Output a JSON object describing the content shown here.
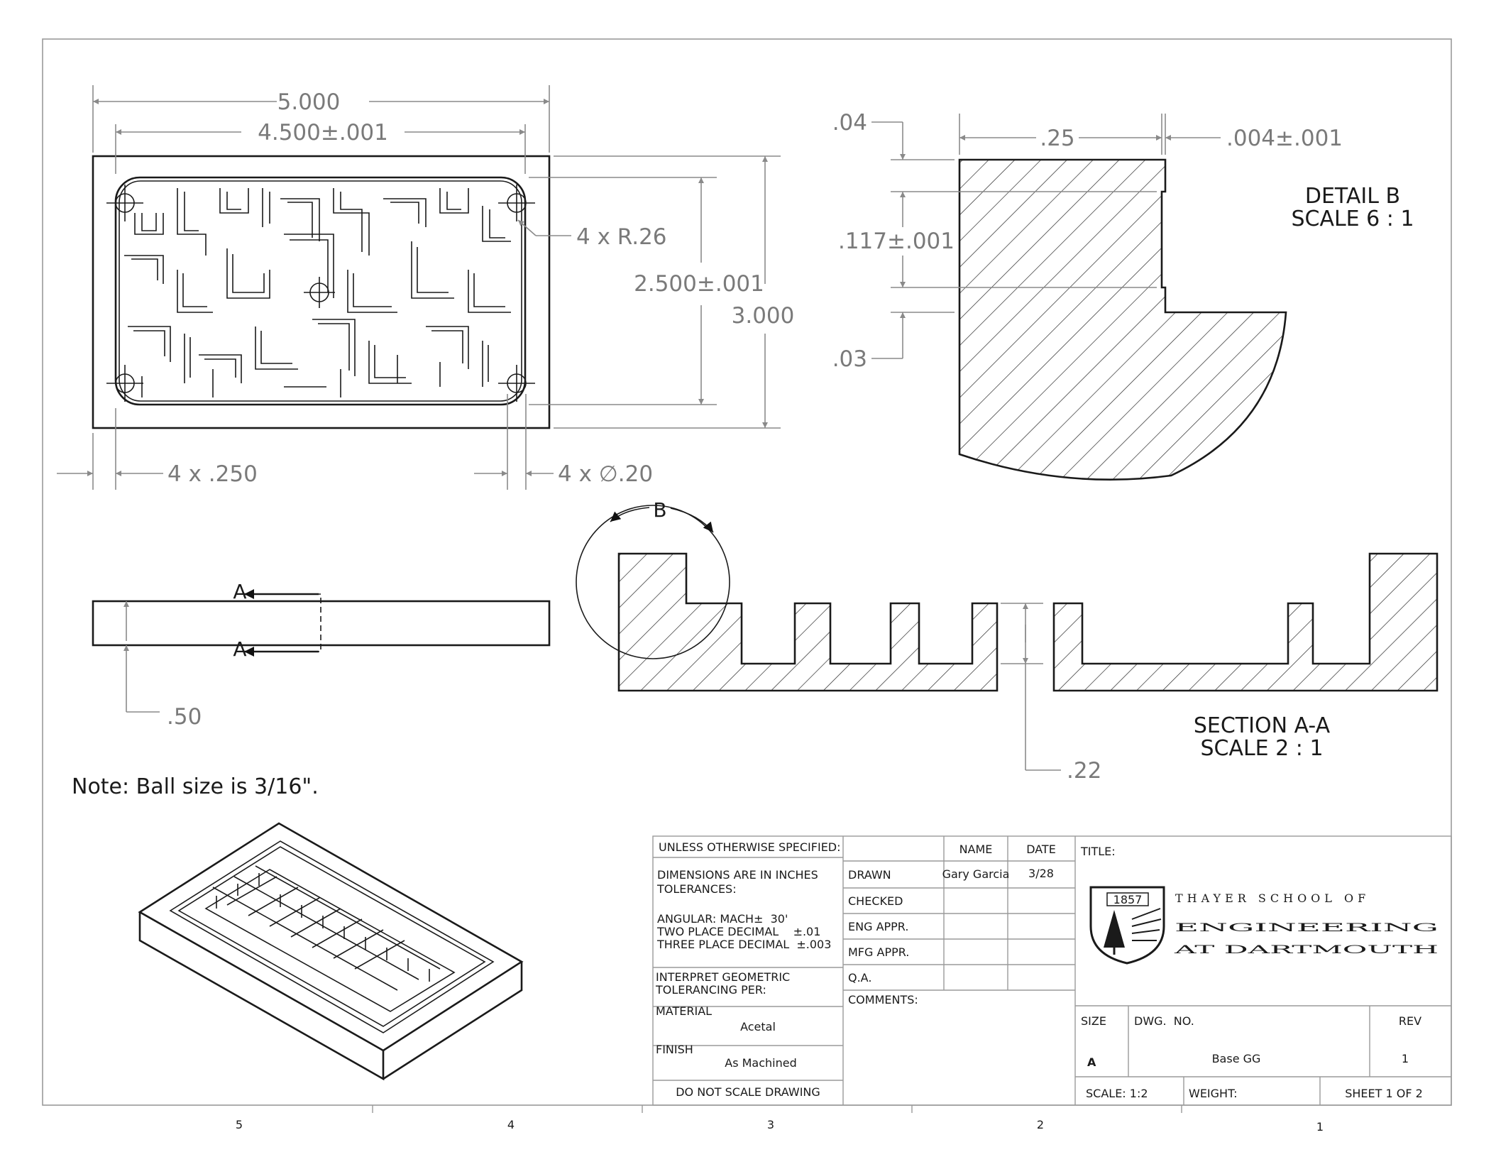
{
  "top_view": {
    "dim_overall_width": "5.000",
    "dim_pocket_width": "4.500±.001",
    "dim_corner_radius": "4 x R.26",
    "dim_pocket_height": "2.500±.001",
    "dim_overall_height": "3.000",
    "dim_hole_offset": "4 x .250",
    "dim_hole_dia": "4 x ∅.20"
  },
  "detail_b": {
    "title": "DETAIL B",
    "scale": "SCALE 6 : 1",
    "dim_top_lip": ".04",
    "dim_wall": ".25",
    "dim_step": ".004±.001",
    "dim_depth": ".117±.001",
    "dim_bottom": ".03"
  },
  "side_view": {
    "section_label_top": "A",
    "section_label_bottom": "A",
    "dim_thickness": ".50"
  },
  "section_aa": {
    "detail_callout": "B",
    "title": "SECTION A-A",
    "scale": "SCALE 2 : 1",
    "dim_floor": ".22"
  },
  "note": "Note: Ball size is  3/16\".",
  "title_block": {
    "unless_specified": "UNLESS OTHERWISE SPECIFIED:",
    "dimensions_line1": "DIMENSIONS ARE IN INCHES",
    "dimensions_line2": "TOLERANCES:",
    "angular": "ANGULAR: MACH±  30'",
    "two_place": "TWO PLACE DECIMAL    ±.01",
    "three_place": "THREE PLACE DECIMAL  ±.003",
    "interpret_line1": "INTERPRET GEOMETRIC",
    "interpret_line2": "TOLERANCING PER:",
    "material_label": "MATERIAL",
    "material_value": "Acetal",
    "finish_label": "FINISH",
    "finish_value": "As Machined",
    "do_not_scale": "DO NOT SCALE DRAWING",
    "name_header": "NAME",
    "date_header": "DATE",
    "rows": [
      "DRAWN",
      "CHECKED",
      "ENG APPR.",
      "MFG APPR.",
      "Q.A.",
      "COMMENTS:"
    ],
    "drawn_name": "Gary Garcia",
    "drawn_date": "3/28",
    "title_label": "TITLE:",
    "logo_year": "1857",
    "logo_line1": "THAYER SCHOOL OF",
    "logo_line2": "ENGINEERING",
    "logo_line3": "AT DARTMOUTH",
    "size_label": "SIZE",
    "size_value": "A",
    "dwg_no_label": "DWG.  NO.",
    "dwg_no_value": "Base GG",
    "rev_label": "REV",
    "rev_value": "1",
    "scale": "SCALE: 1:2",
    "weight": "WEIGHT:",
    "sheet": "SHEET 1 OF 2"
  },
  "zones": [
    "5",
    "4",
    "3",
    "2",
    "1"
  ]
}
